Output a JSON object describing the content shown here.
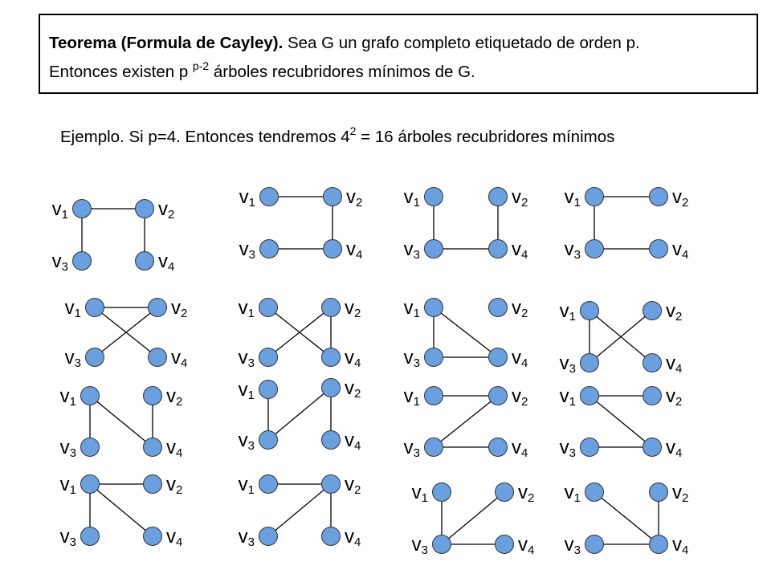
{
  "theorem": {
    "title": "Teorema (Formula de Cayley).",
    "line1_rest": " Sea G un grafo completo etiquetado de orden p.",
    "line2_start": "Entonces existen p ",
    "line2_sup": "p-2",
    "line2_end": "  árboles recubridores mínimos de G."
  },
  "example": {
    "prefix": "Ejemplo. Si p=4. Entonces tendremos 4",
    "sup": "2",
    "suffix": " = 16 árboles recubridores mínimos"
  },
  "graph": {
    "vertex_letter": "v",
    "vertex_indices": [
      "1",
      "2",
      "3",
      "4"
    ],
    "node_fill": "#6a9fe0",
    "node_stroke": "#333333",
    "edge_color": "#000000"
  },
  "spanning_trees": [
    {
      "edges": [
        [
          1,
          2
        ],
        [
          1,
          3
        ],
        [
          2,
          4
        ]
      ]
    },
    {
      "edges": [
        [
          1,
          2
        ],
        [
          2,
          4
        ],
        [
          3,
          4
        ]
      ]
    },
    {
      "edges": [
        [
          1,
          3
        ],
        [
          3,
          4
        ],
        [
          2,
          4
        ]
      ]
    },
    {
      "edges": [
        [
          1,
          2
        ],
        [
          1,
          3
        ],
        [
          3,
          4
        ]
      ]
    },
    {
      "edges": [
        [
          1,
          2
        ],
        [
          1,
          4
        ],
        [
          2,
          3
        ]
      ]
    },
    {
      "edges": [
        [
          1,
          4
        ],
        [
          2,
          3
        ],
        [
          2,
          4
        ]
      ]
    },
    {
      "edges": [
        [
          1,
          4
        ],
        [
          1,
          3
        ],
        [
          3,
          4
        ]
      ]
    },
    {
      "edges": [
        [
          1,
          3
        ],
        [
          1,
          4
        ],
        [
          2,
          3
        ]
      ]
    },
    {
      "edges": [
        [
          1,
          3
        ],
        [
          1,
          4
        ],
        [
          2,
          4
        ]
      ]
    },
    {
      "edges": [
        [
          1,
          3
        ],
        [
          2,
          3
        ],
        [
          2,
          4
        ]
      ]
    },
    {
      "edges": [
        [
          1,
          2
        ],
        [
          2,
          3
        ],
        [
          3,
          4
        ]
      ]
    },
    {
      "edges": [
        [
          1,
          2
        ],
        [
          1,
          4
        ],
        [
          3,
          4
        ]
      ]
    },
    {
      "edges": [
        [
          1,
          2
        ],
        [
          1,
          3
        ],
        [
          1,
          4
        ]
      ]
    },
    {
      "edges": [
        [
          1,
          2
        ],
        [
          2,
          3
        ],
        [
          2,
          4
        ]
      ]
    },
    {
      "edges": [
        [
          2,
          3
        ],
        [
          3,
          1
        ],
        [
          3,
          4
        ]
      ]
    },
    {
      "edges": [
        [
          1,
          4
        ],
        [
          2,
          4
        ],
        [
          3,
          4
        ]
      ]
    }
  ]
}
